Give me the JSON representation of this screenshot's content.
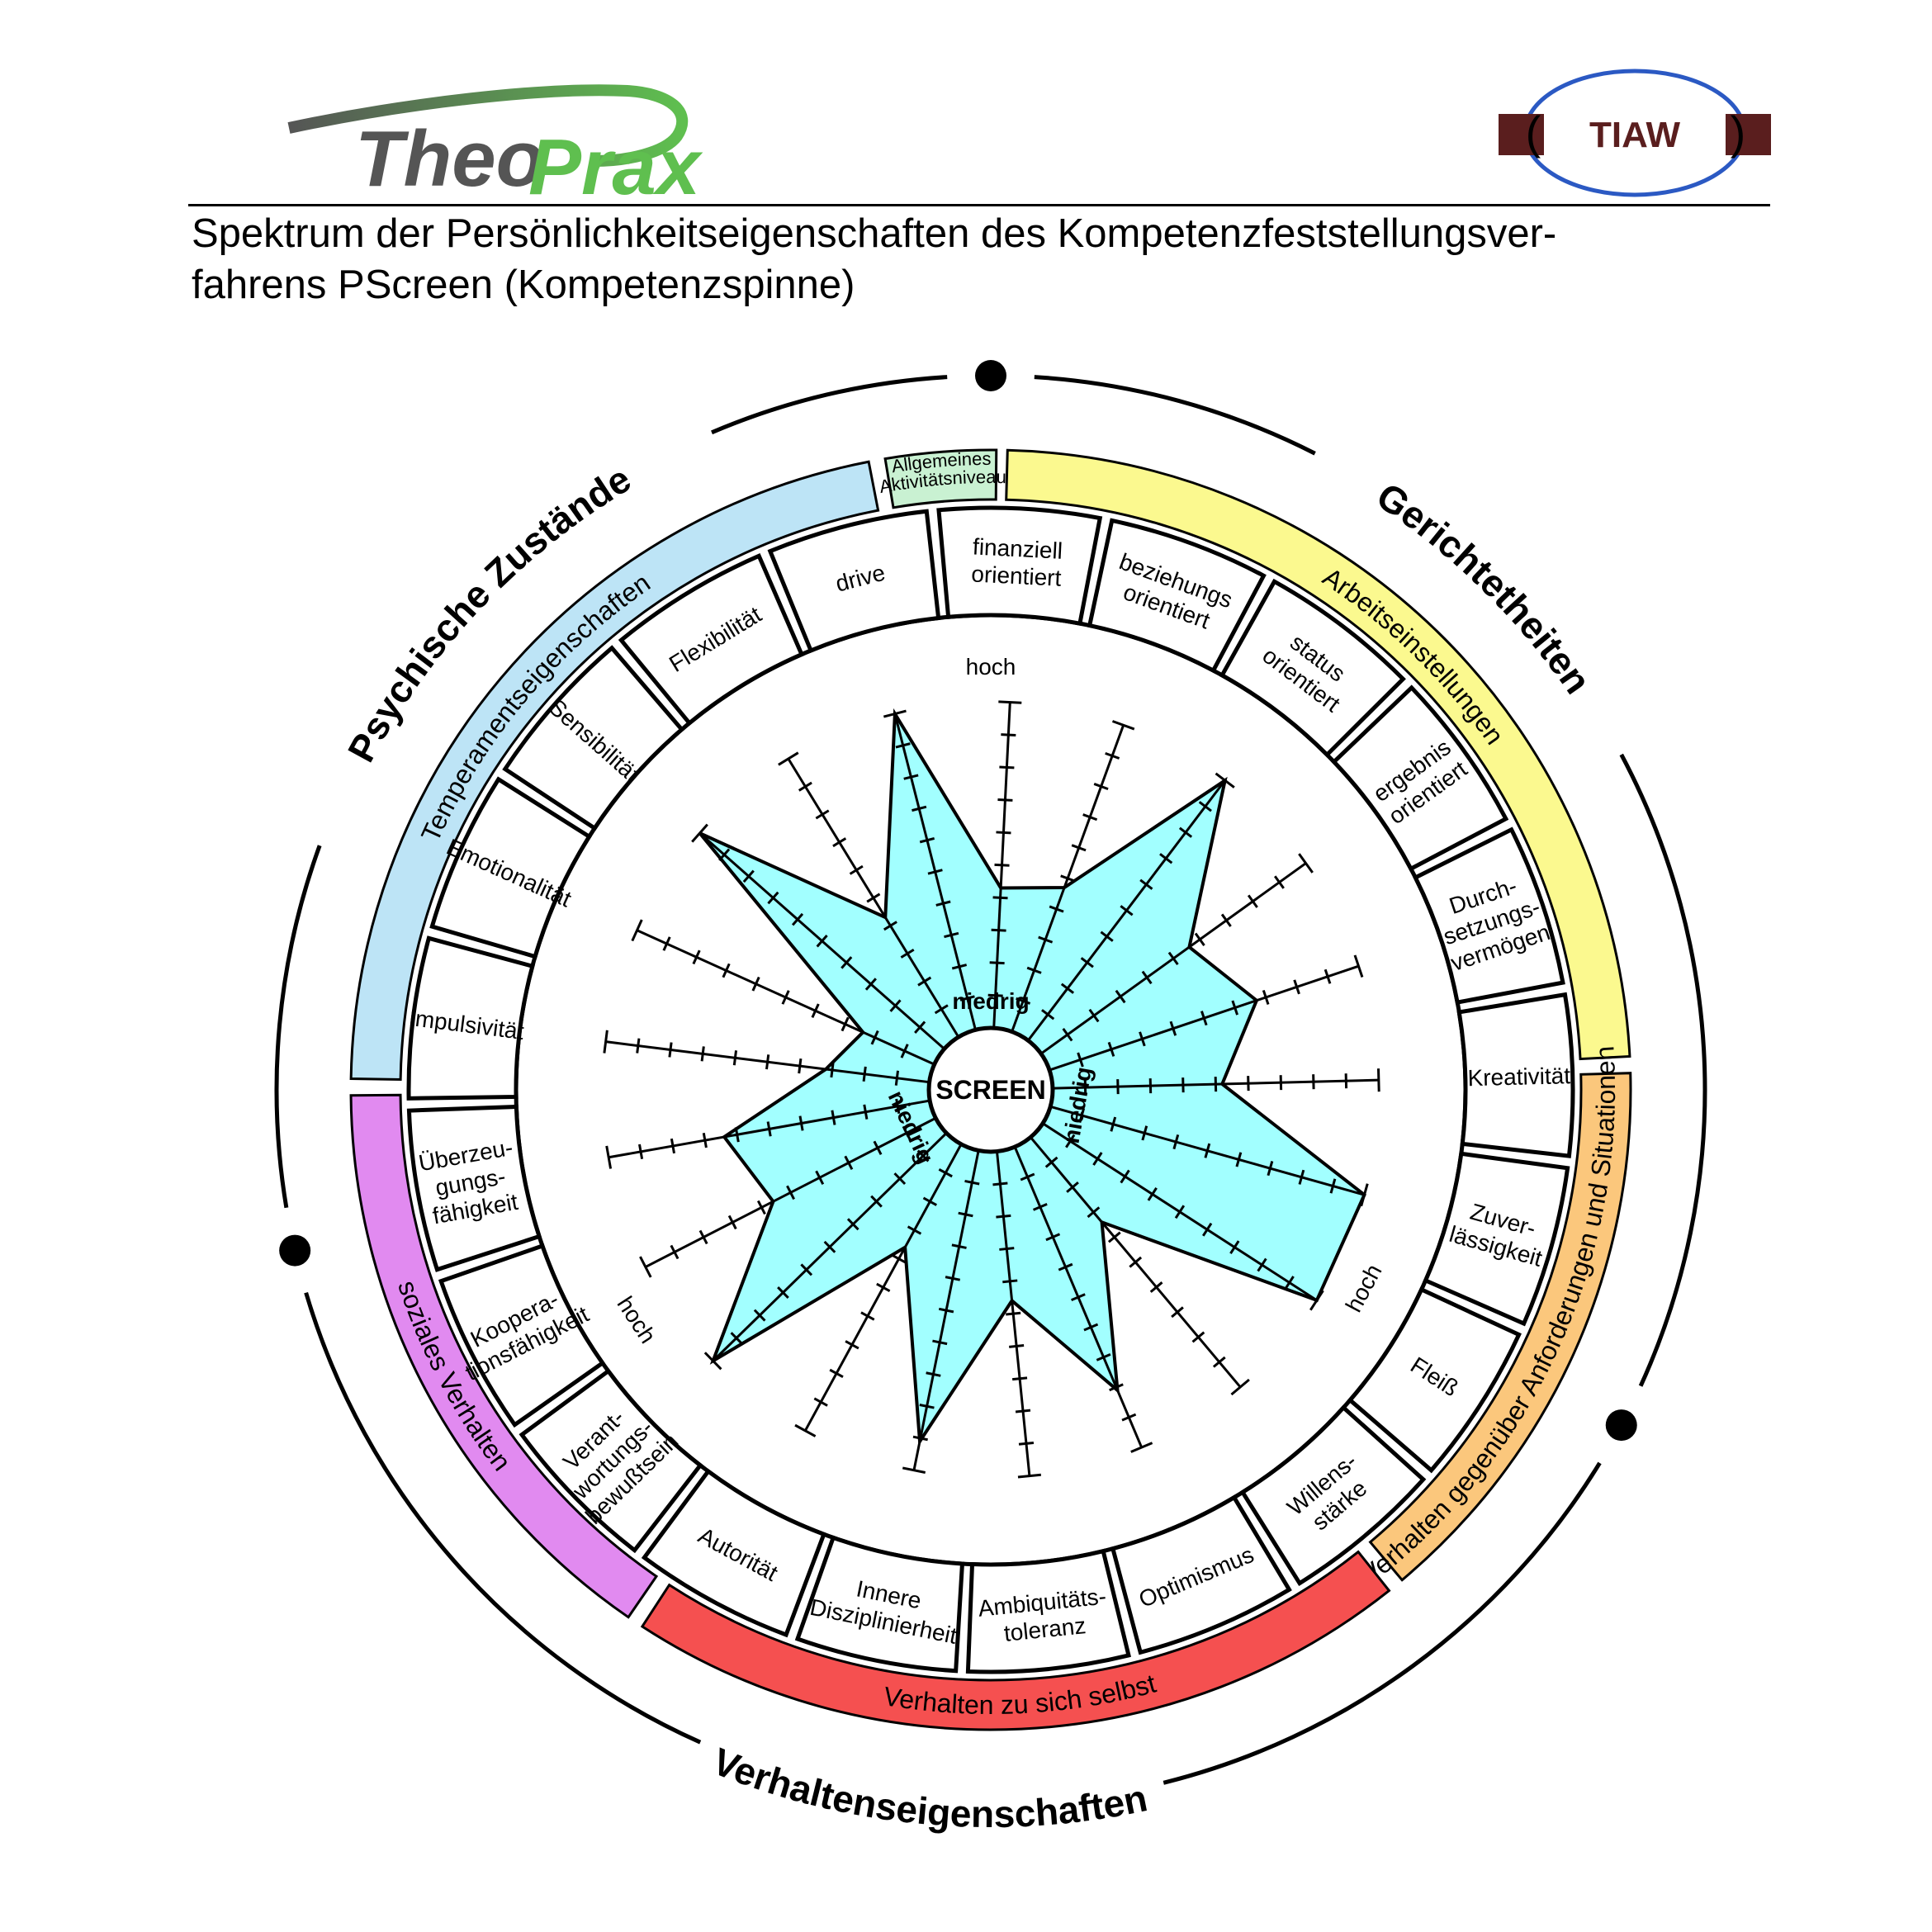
{
  "header": {
    "logo_left": {
      "text_a": "Theo",
      "text_b": "Prax"
    },
    "logo_right": {
      "text": "TIAW"
    },
    "title_line1": "Spektrum der Persönlichkeitseigenschaften des Kompetenzfeststellungsver-",
    "title_line2": "fahrens PScreen (Kompetenzspinne)"
  },
  "colors": {
    "temperament": "#bde4f6",
    "aktivitaet": "#c9f1d2",
    "arbeit": "#fbf98f",
    "anforderungen": "#fbc77c",
    "selbst": "#f55050",
    "sozial": "#e18af0",
    "polygon": "#a2ffff",
    "line": "#000000",
    "logo_green": "#5fbf4f",
    "logo_grey": "#555555",
    "tiaw_bar": "#5a1e1e",
    "tiaw_ring": "#2b59c3"
  },
  "outer_groups": [
    {
      "label": "Psychische Zustände"
    },
    {
      "label": "Gerichtetheiten"
    },
    {
      "label": "Verhaltenseigenschaften"
    }
  ],
  "categories": [
    {
      "label": "Temperamentseigenschaften",
      "color_key": "temperament"
    },
    {
      "label": "Allgemeines Aktivitätsniveau",
      "lines": [
        "Allgemeines",
        "Aktivitätsniveau"
      ],
      "color_key": "aktivitaet"
    },
    {
      "label": "Arbeitseinstellungen",
      "color_key": "arbeit"
    },
    {
      "label": "Verhalten gegenüber Anforderungen und Situationen",
      "color_key": "anforderungen"
    },
    {
      "label": "Verhalten zu sich selbst",
      "color_key": "selbst"
    },
    {
      "label": "soziales Verhalten",
      "color_key": "sozial"
    }
  ],
  "center": {
    "label": "SCREEN"
  },
  "scale": {
    "low": "niedrig",
    "high": "hoch"
  },
  "chart_data": {
    "type": "radar",
    "title": "Spektrum der Persönlichkeitseigenschaften des Kompetenzfeststellungsverfahrens PScreen (Kompetenzspinne)",
    "scale_min": 0,
    "scale_max": 10,
    "ticks": 10,
    "axes": [
      {
        "name": "drive",
        "lines": [
          "drive"
        ],
        "value": 10
      },
      {
        "name": "finanziell orientiert",
        "lines": [
          "finanziell",
          "orientiert"
        ],
        "value": 4.3
      },
      {
        "name": "beziehungs orientiert",
        "lines": [
          "beziehungs",
          "orientiert"
        ],
        "value": 4.7
      },
      {
        "name": "status orientiert",
        "lines": [
          "status",
          "orientiert"
        ],
        "value": 10
      },
      {
        "name": "ergebnis orientiert",
        "lines": [
          "ergebnis",
          "orientiert"
        ],
        "value": 5.6
      },
      {
        "name": "Durchsetzungsvermögen",
        "lines": [
          "Durch-",
          "setzungs-",
          "vermögen"
        ],
        "value": 6.7
      },
      {
        "name": "Kreativität",
        "lines": [
          "Kreativität"
        ],
        "value": 5.2
      },
      {
        "name": "Zuverlässigkeit",
        "lines": [
          "Zuver-",
          "lässigkeit"
        ],
        "value": 10
      },
      {
        "name": "Fleiß",
        "lines": [
          "Fleiß"
        ],
        "value": 10
      },
      {
        "name": "Willensstärke",
        "lines": [
          "Willens-",
          "stärke"
        ],
        "value": 3.4
      },
      {
        "name": "Optimismus",
        "lines": [
          "Optimismus"
        ],
        "value": 8.1
      },
      {
        "name": "Ambiquitätstoleranz",
        "lines": [
          "Ambiquitäts-",
          "toleranz"
        ],
        "value": 4.6
      },
      {
        "name": "Innere Disziplinierheit",
        "lines": [
          "Innere",
          "Disziplinierheit"
        ],
        "value": 9.1
      },
      {
        "name": "Autorität",
        "lines": [
          "Autorität"
        ],
        "value": 3.6
      },
      {
        "name": "Verantwortungsbewußtsein",
        "lines": [
          "Verant-",
          "wortungs-",
          "bewußtsein"
        ],
        "value": 10
      },
      {
        "name": "Kooperationsfähigkeit",
        "lines": [
          "Koopera-",
          "tionsfähigkeit"
        ],
        "value": 5.6
      },
      {
        "name": "Überzeugungsfähigkeit",
        "lines": [
          "Überzeu-",
          "gungs-",
          "fähigkeit"
        ],
        "value": 6.4
      },
      {
        "name": "Impulsivität",
        "lines": [
          "Impulsivität"
        ],
        "value": 3.2
      },
      {
        "name": "Emotionalität",
        "lines": [
          "Emotionalität"
        ],
        "value": 2.4
      },
      {
        "name": "Sensibilität",
        "lines": [
          "Sensibilität"
        ],
        "value": 10
      },
      {
        "name": "Flexibilität",
        "lines": [
          "Flexibilität"
        ],
        "value": 4.3
      }
    ]
  }
}
